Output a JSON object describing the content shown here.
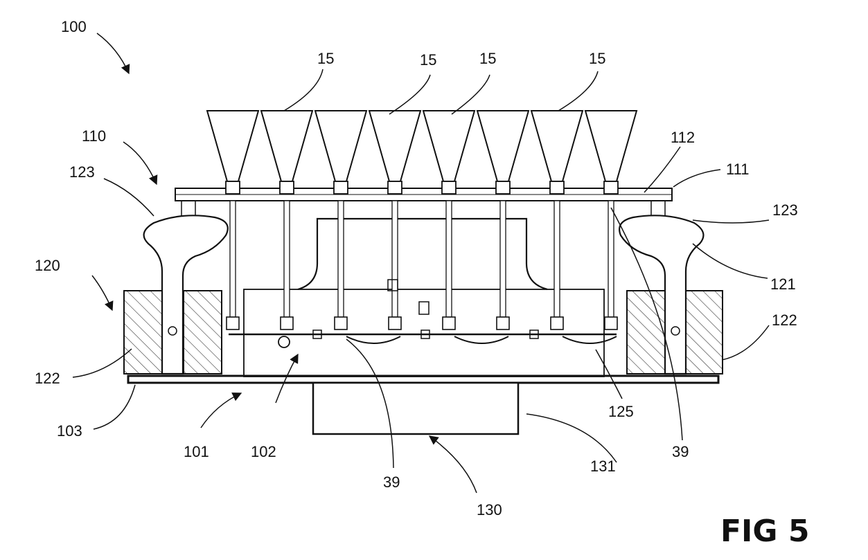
{
  "figure": {
    "title": "FIG 5",
    "labels": {
      "l100": "100",
      "l15": "15",
      "l110": "110",
      "l112": "112",
      "l111": "111",
      "l123": "123",
      "l120": "120",
      "l121": "121",
      "l122": "122",
      "l103": "103",
      "l101": "101",
      "l102": "102",
      "l39": "39",
      "l130": "130",
      "l131": "131",
      "l125": "125"
    }
  }
}
